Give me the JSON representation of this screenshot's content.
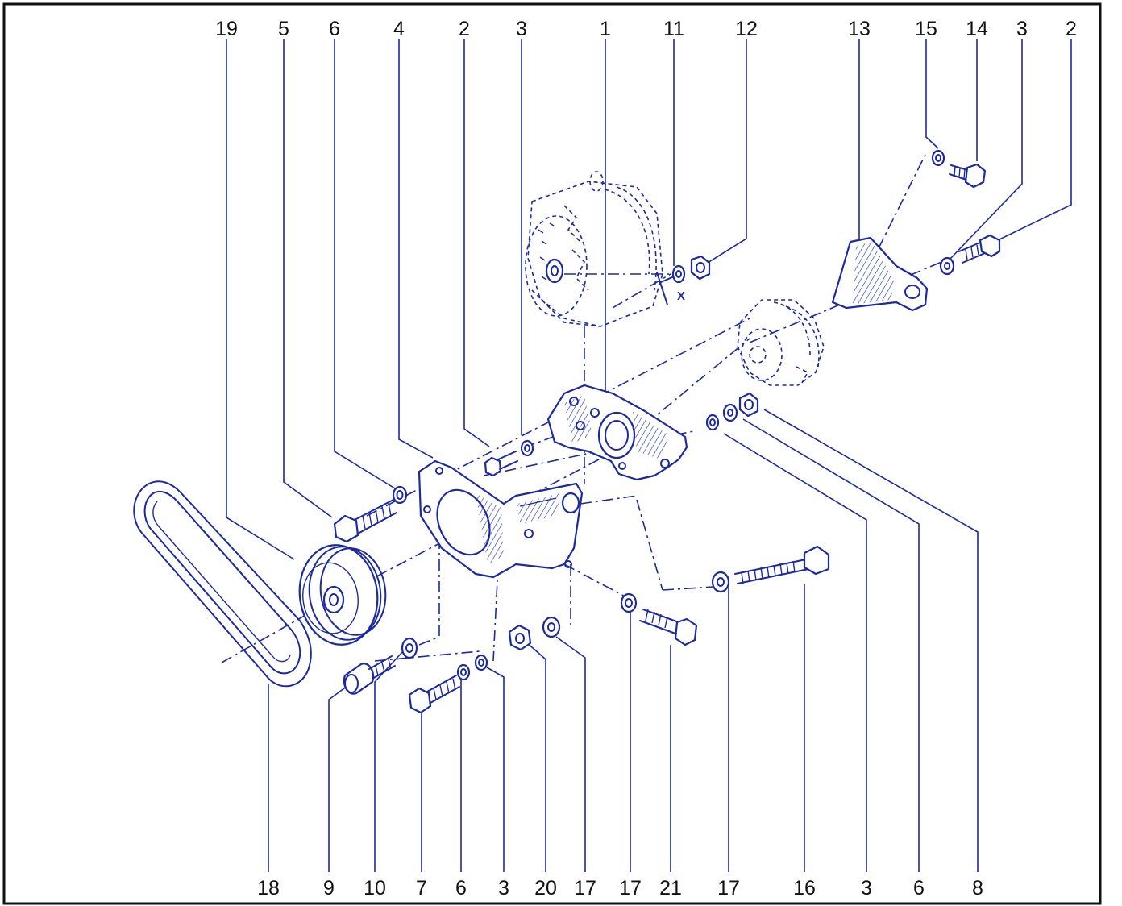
{
  "diagram": {
    "top_callouts": [
      "19",
      "5",
      "6",
      "4",
      "2",
      "3",
      "1",
      "11",
      "12",
      "13",
      "15",
      "14",
      "3",
      "2"
    ],
    "bottom_callouts": [
      "18",
      "9",
      "10",
      "7",
      "6",
      "3",
      "20",
      "17",
      "17",
      "21",
      "17",
      "16",
      "3",
      "6",
      "8"
    ],
    "marker": "X"
  },
  "colors": {
    "ink": "#1c2a9e",
    "frame": "#111111",
    "background": "#ffffff"
  }
}
